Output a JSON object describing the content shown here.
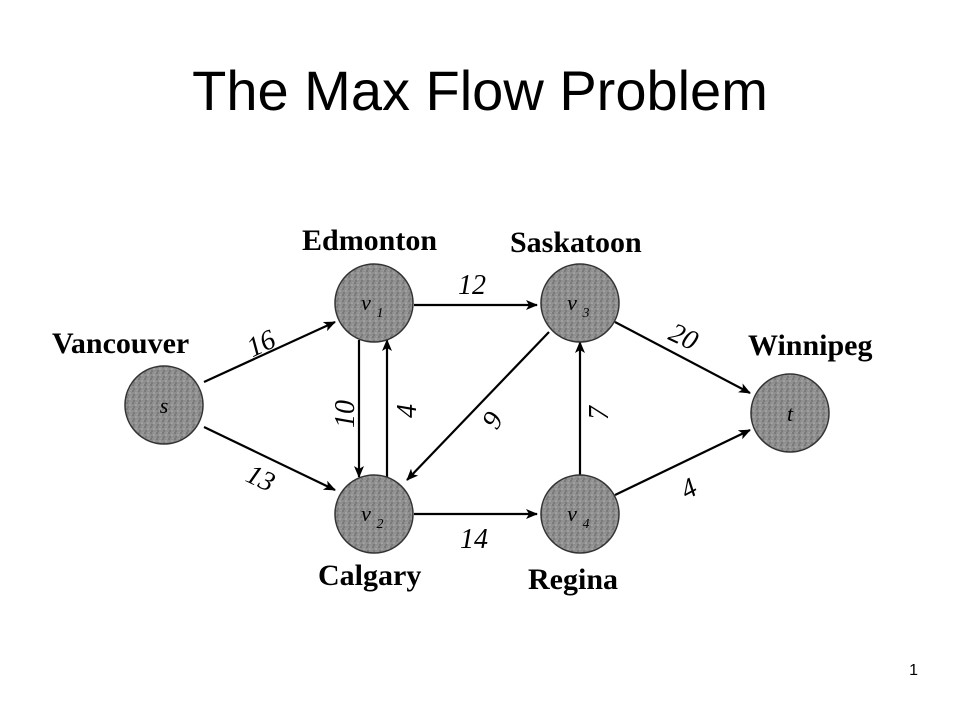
{
  "slide": {
    "title": "The Max Flow Problem",
    "page_number": "1"
  },
  "graph": {
    "node_fill": "#8f8f8f",
    "edge_color": "#000000",
    "nodes": {
      "s": {
        "letter": "s",
        "sub": "",
        "city": "Vancouver"
      },
      "v1": {
        "letter": "v",
        "sub": "1",
        "city": "Edmonton"
      },
      "v2": {
        "letter": "v",
        "sub": "2",
        "city": "Calgary"
      },
      "v3": {
        "letter": "v",
        "sub": "3",
        "city": "Saskatoon"
      },
      "v4": {
        "letter": "v",
        "sub": "4",
        "city": "Regina"
      },
      "t": {
        "letter": "t",
        "sub": "",
        "city": "Winnipeg"
      }
    },
    "edges": {
      "s_v1": {
        "from": "s",
        "to": "v1",
        "capacity": "16"
      },
      "s_v2": {
        "from": "s",
        "to": "v2",
        "capacity": "13"
      },
      "v1_v2": {
        "from": "v1",
        "to": "v2",
        "capacity": "10"
      },
      "v2_v1": {
        "from": "v2",
        "to": "v1",
        "capacity": "4"
      },
      "v1_v3": {
        "from": "v1",
        "to": "v3",
        "capacity": "12"
      },
      "v3_v2": {
        "from": "v3",
        "to": "v2",
        "capacity": "9"
      },
      "v2_v4": {
        "from": "v2",
        "to": "v4",
        "capacity": "14"
      },
      "v4_v3": {
        "from": "v4",
        "to": "v3",
        "capacity": "7"
      },
      "v3_t": {
        "from": "v3",
        "to": "t",
        "capacity": "20"
      },
      "v4_t": {
        "from": "v4",
        "to": "t",
        "capacity": "4"
      }
    }
  }
}
